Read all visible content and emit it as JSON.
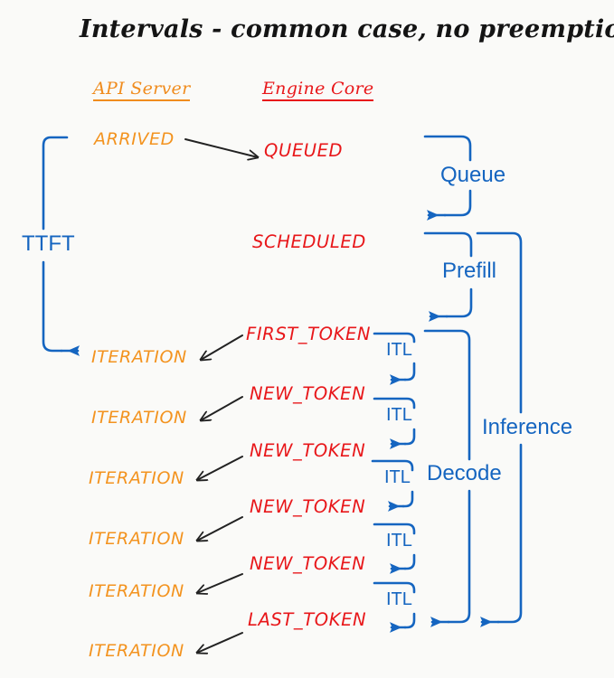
{
  "title": "Intervals - common case, no preemptions",
  "background_color": "#fafaf8",
  "colors": {
    "orange": "#f08c1e",
    "red": "#e8171a",
    "blue": "#1565c0",
    "black": "#141414"
  },
  "columns": [
    {
      "id": "api-server",
      "label": "API Server",
      "color": "#f08c1e"
    },
    {
      "id": "engine-core",
      "label": "Engine Core",
      "color": "#e8171a"
    }
  ],
  "api_states": [
    {
      "label": "ARRIVED"
    },
    {
      "label": "ITERATION"
    },
    {
      "label": "ITERATION"
    },
    {
      "label": "ITERATION"
    },
    {
      "label": "ITERATION"
    },
    {
      "label": "ITERATION"
    },
    {
      "label": "ITERATION"
    }
  ],
  "engine_states": [
    {
      "label": "QUEUED"
    },
    {
      "label": "SCHEDULED"
    },
    {
      "label": "FIRST_TOKEN"
    },
    {
      "label": "NEW_TOKEN"
    },
    {
      "label": "NEW_TOKEN"
    },
    {
      "label": "NEW_TOKEN"
    },
    {
      "label": "NEW_TOKEN"
    },
    {
      "label": "LAST_TOKEN"
    }
  ],
  "intervals": {
    "ttft": "TTFT",
    "queue": "Queue",
    "prefill": "Prefill",
    "decode": "Decode",
    "inference": "Inference",
    "itl": "ITL",
    "itl_labels": [
      "ITL",
      "ITL",
      "ITL",
      "ITL",
      "ITL"
    ]
  }
}
